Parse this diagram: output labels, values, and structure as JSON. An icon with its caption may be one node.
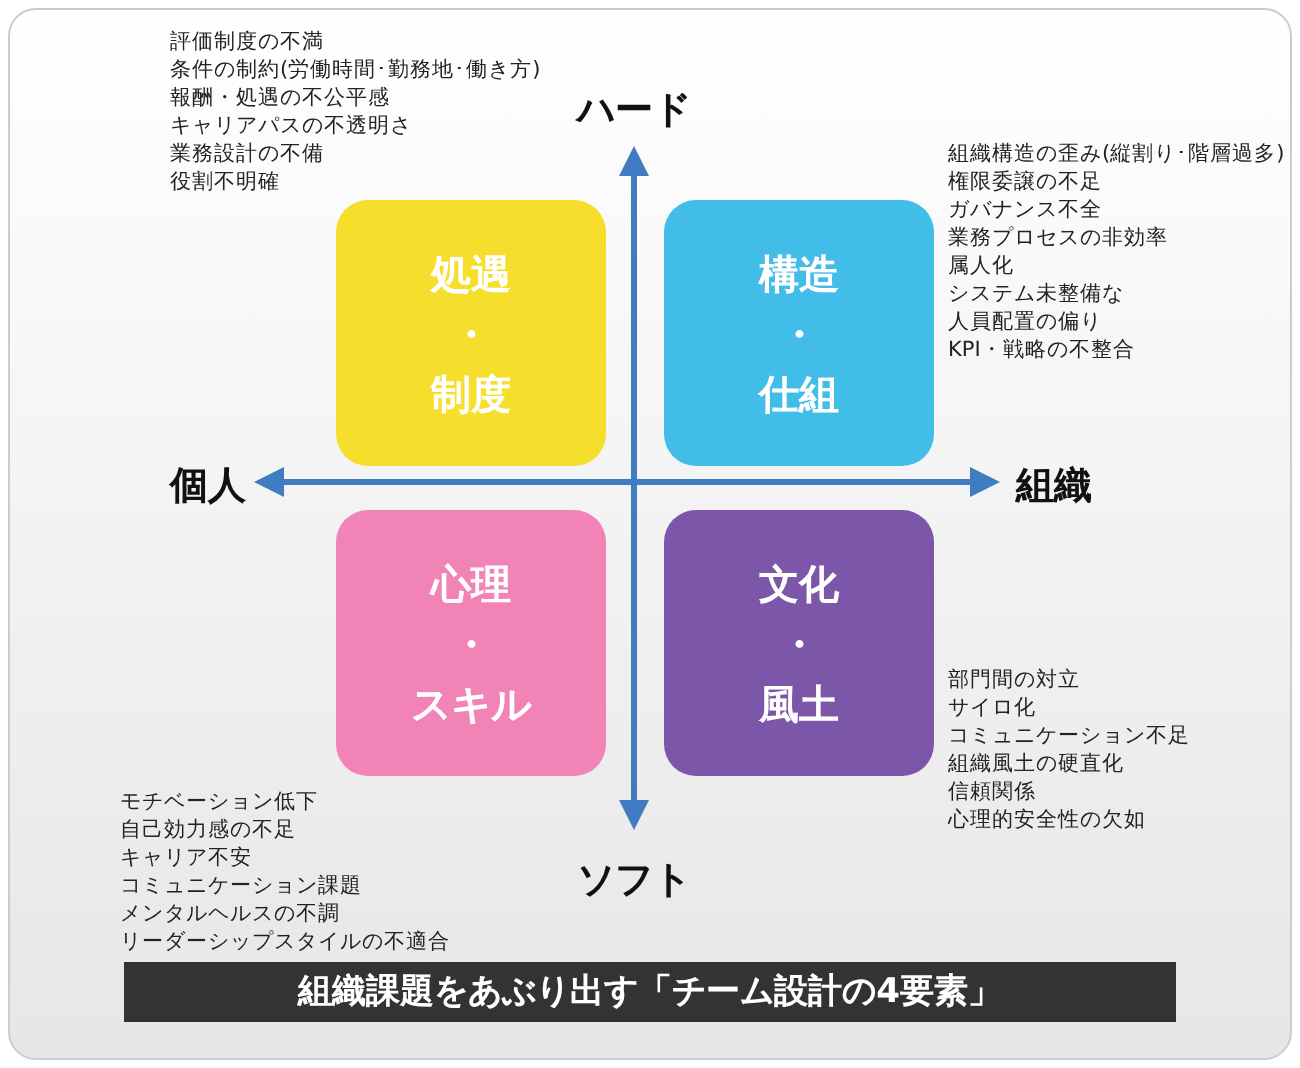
{
  "diagram": {
    "caption": "組織課題をあぶり出す「チーム設計の4要素」",
    "nodes": [
      {
        "text": [
          "処遇",
          "・",
          "制度"
        ],
        "beside": [
          "評価制度の不満",
          "条件の制約(労働時間･勤務地･働き方)",
          "報酬・処遇の不公平感",
          "キャリアパスの不透明さ",
          "業務設計の不備",
          "役割不明確"
        ]
      },
      {
        "text": [
          "構造",
          "・",
          "仕組"
        ],
        "beside": [
          "組織構造の歪み(縦割り･階層過多)",
          "権限委譲の不足",
          "ガバナンス不全",
          "業務プロセスの非効率",
          "属人化",
          "システム未整備な",
          "人員配置の偏り",
          "KPI・戦略の不整合"
        ]
      },
      {
        "text": [
          "心理",
          "・",
          "スキル"
        ],
        "beside": [
          "モチベーション低下",
          "自己効力感の不足",
          "キャリア不安",
          "コミュニケーション課題",
          "メンタルヘルスの不調",
          "リーダーシップスタイルの不適合"
        ]
      },
      {
        "text": [
          "文化",
          "・",
          "風土"
        ],
        "beside": [
          "部門間の対立",
          "サイロ化",
          "コミュニケーション不足",
          "組織風土の硬直化",
          "信頼関係",
          "心理的安全性の欠如"
        ]
      }
    ],
    "labels": [
      "ハード",
      "個人",
      "組織",
      "ソフト"
    ]
  }
}
